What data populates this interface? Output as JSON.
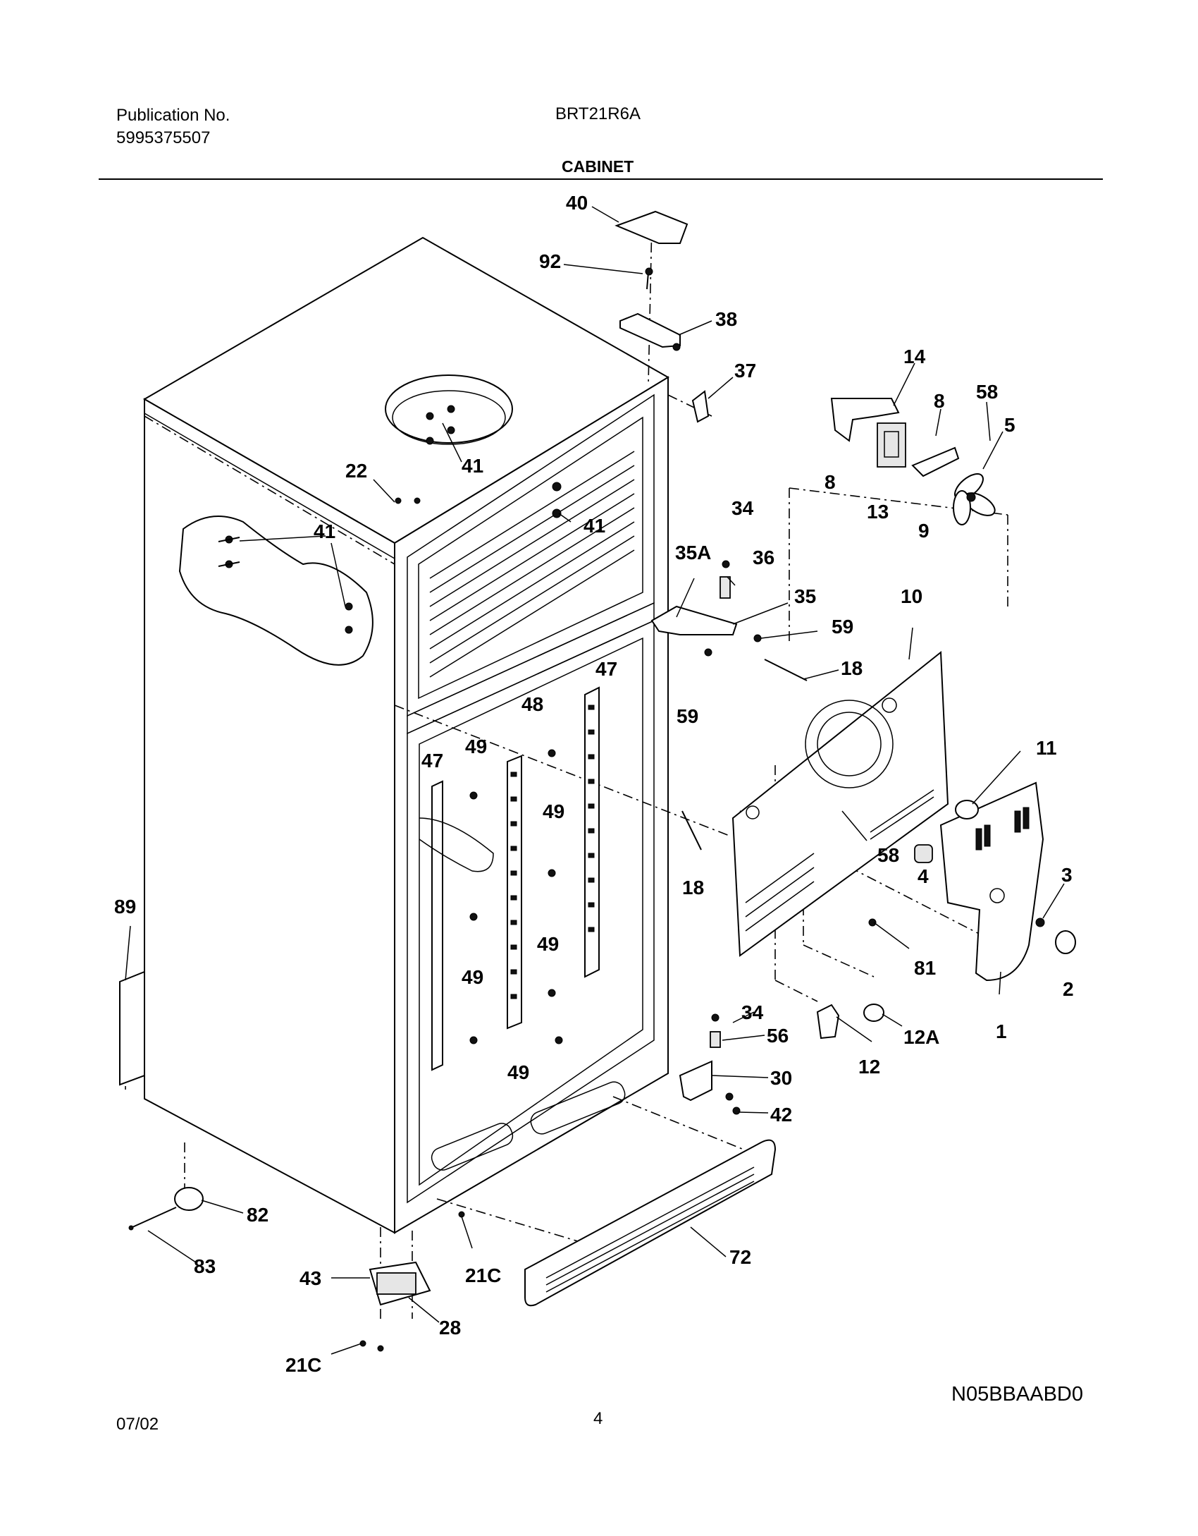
{
  "header": {
    "publication_label": "Publication No.",
    "publication_number": "5995375507",
    "model": "BRT21R6A",
    "section_title": "CABINET"
  },
  "footer": {
    "date": "07/02",
    "page_number": "4",
    "diagram_code": "N05BBAABD0"
  },
  "callouts": {
    "p40": "40",
    "p92": "92",
    "p38": "38",
    "p37": "37",
    "p14": "14",
    "p8a": "8",
    "p58a": "58",
    "p5": "5",
    "p8b": "8",
    "p13": "13",
    "p9": "9",
    "p22": "22",
    "p41a": "41",
    "p41b": "41",
    "p41c": "41",
    "p34a": "34",
    "p35A": "35A",
    "p36": "36",
    "p35": "35",
    "p59a": "59",
    "p10": "10",
    "p18a": "18",
    "p59b": "59",
    "p47a": "47",
    "p48": "48",
    "p47b": "47",
    "p49a": "49",
    "p49b": "49",
    "p11": "11",
    "p58b": "58",
    "p4": "4",
    "p3": "3",
    "p18b": "18",
    "p89": "89",
    "p49c": "49",
    "p49d": "49",
    "p81": "81",
    "p2": "2",
    "p34b": "34",
    "p56": "56",
    "p12A": "12A",
    "p1": "1",
    "p12": "12",
    "p30": "30",
    "p49e": "49",
    "p42": "42",
    "p82": "82",
    "p72": "72",
    "p83": "83",
    "p43": "43",
    "p21Ca": "21C",
    "p28": "28",
    "p21Cb": "21C"
  }
}
